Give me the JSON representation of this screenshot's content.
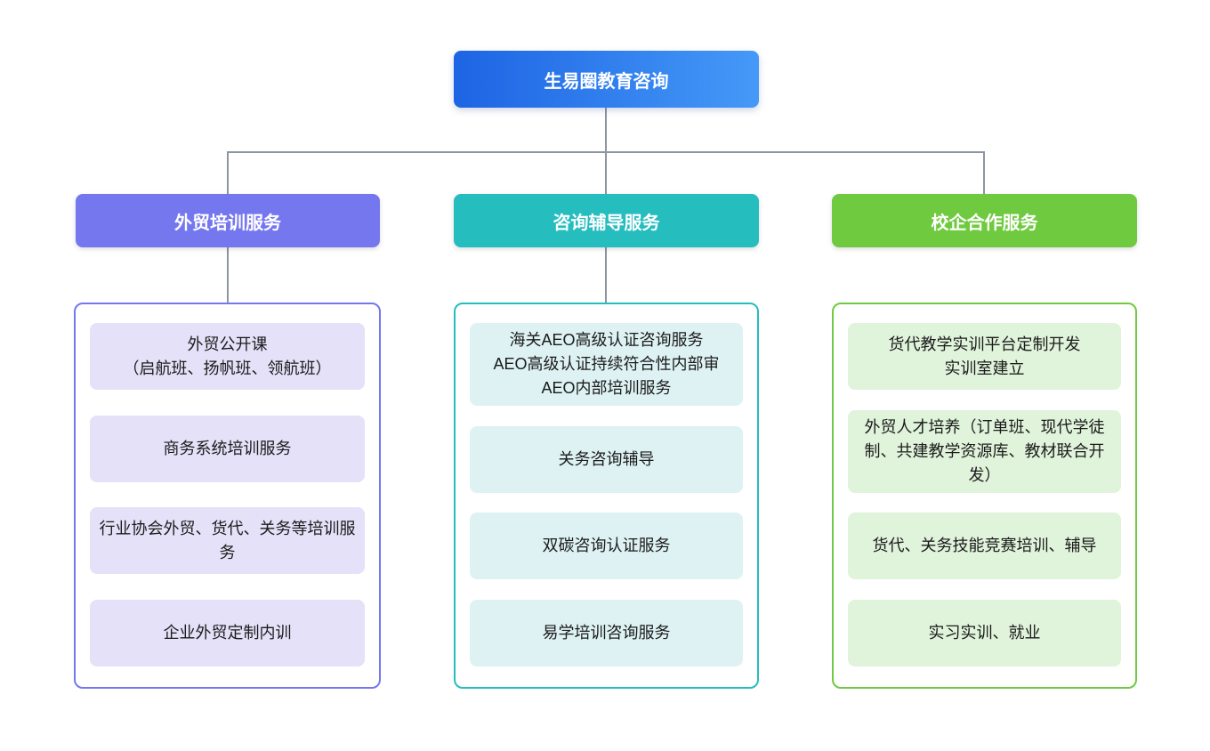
{
  "diagram": {
    "connector_color": "#8D95A2",
    "root": {
      "title": "生易圈教育咨询",
      "gradient_start": "#1D64E4",
      "gradient_end": "#4599F7"
    },
    "branches": [
      {
        "title": "外贸培训服务",
        "colors": {
          "header_bg": "#7577EF",
          "item_bg": "#E4E1F8",
          "border": "#7577EF"
        },
        "items": [
          "外贸公开课\n（启航班、扬帆班、领航班）",
          "商务系统培训服务",
          "行业协会外贸、货代、关务等培训服务",
          "企业外贸定制内训"
        ]
      },
      {
        "title": "咨询辅导服务",
        "colors": {
          "header_bg": "#26BDBF",
          "item_bg": "#DEF2F4",
          "border": "#26BDBF"
        },
        "items": [
          "海关AEO高级认证咨询服务\nAEO高级认证持续符合性内部审\nAEO内部培训服务",
          "关务咨询辅导",
          "双碳咨询认证服务",
          "易学培训咨询服务"
        ]
      },
      {
        "title": "校企合作服务",
        "colors": {
          "header_bg": "#70CA40",
          "item_bg": "#E0F3DB",
          "border": "#70CA40"
        },
        "items": [
          "货代教学实训平台定制开发\n实训室建立",
          "外贸人才培养（订单班、现代学徒制、共建教学资源库、教材联合开发）",
          "货代、关务技能竞赛培训、辅导",
          "实习实训、就业"
        ]
      }
    ]
  }
}
